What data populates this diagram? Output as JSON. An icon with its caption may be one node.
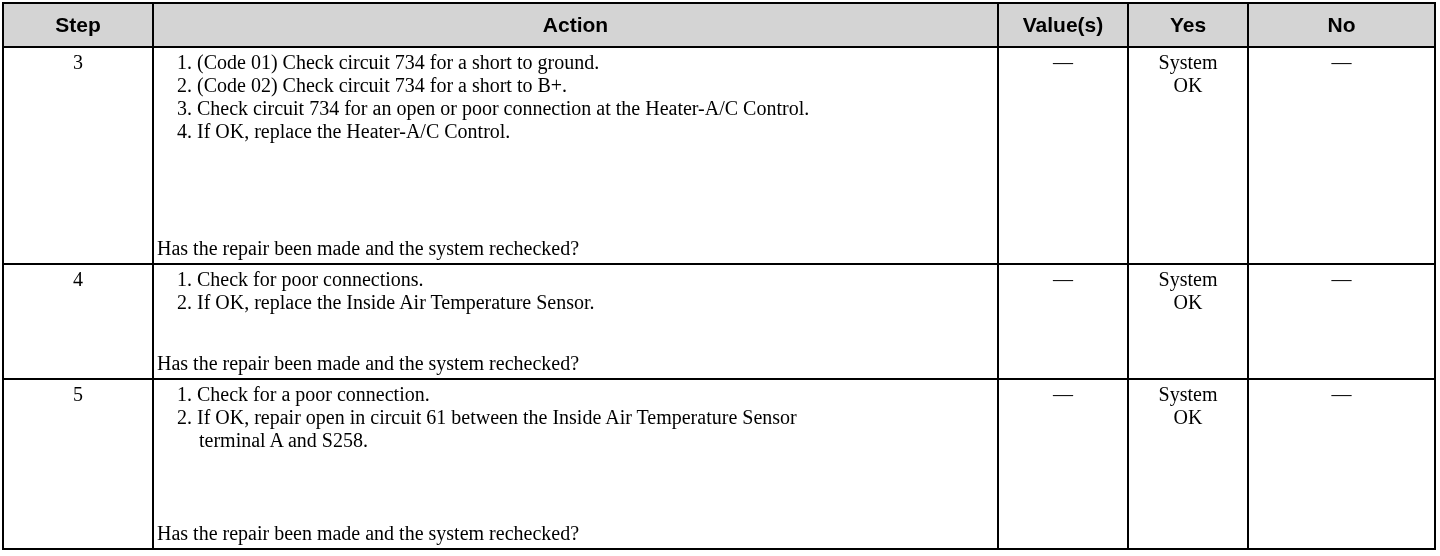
{
  "diagram": {
    "labels": [
      "Step",
      "Action",
      "Value(s)",
      "Yes",
      "No",
      "3",
      "1. (Code 01) Check circuit 734 for a short to ground.",
      "2. (Code 02) Check circuit 734 for a short to B+.",
      "3. Check circuit 734 for an open or poor connection at the Heater-A/C Control.",
      "4. If OK, replace the Heater-A/C Control.",
      "Has the repair been made and the system rechecked?",
      "—",
      "System OK",
      "—",
      "4",
      "1. Check for poor connections.",
      "2. If OK, replace the Inside Air Temperature Sensor.",
      "Has the repair been made and the system rechecked?",
      "—",
      "System OK",
      "—",
      "5",
      "1. Check for a poor connection.",
      "2. If OK, repair open in circuit 61 between the Inside Air Temperature Sensor terminal A and S258.",
      "Has the repair been made and the system rechecked?",
      "—",
      "System OK",
      "—"
    ]
  }
}
